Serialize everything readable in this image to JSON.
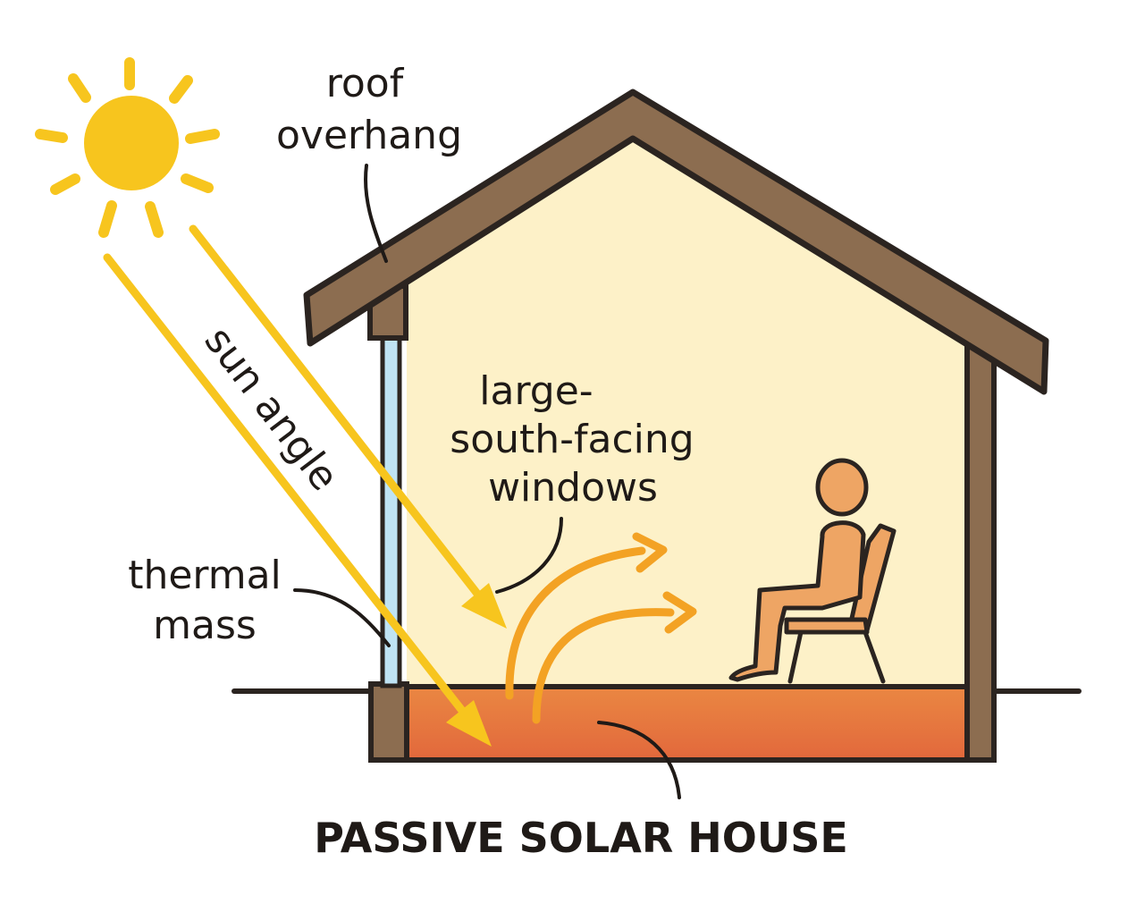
{
  "labels": {
    "roof_line1": "roof",
    "roof_line2": "overhang",
    "sun_angle": "sun angle",
    "windows_line1": "large-",
    "windows_line2": "south-facing",
    "windows_line3": "windows",
    "thermal_line1": "thermal",
    "thermal_line2": "mass",
    "title": "PASSIVE SOLAR HOUSE"
  },
  "colors": {
    "sun": "#f7c51e",
    "roof": "#8c6d50",
    "wall": "#8c6d50",
    "interior": "#fdf1c8",
    "floor_top": "#ea8742",
    "floor_bottom": "#e2683c",
    "window": "#bfe3f4",
    "heat_arrow": "#f3a224",
    "person": "#eea564",
    "outline": "#2b2420"
  },
  "icons": [
    "sun-icon",
    "person-icon",
    "chair-icon"
  ]
}
